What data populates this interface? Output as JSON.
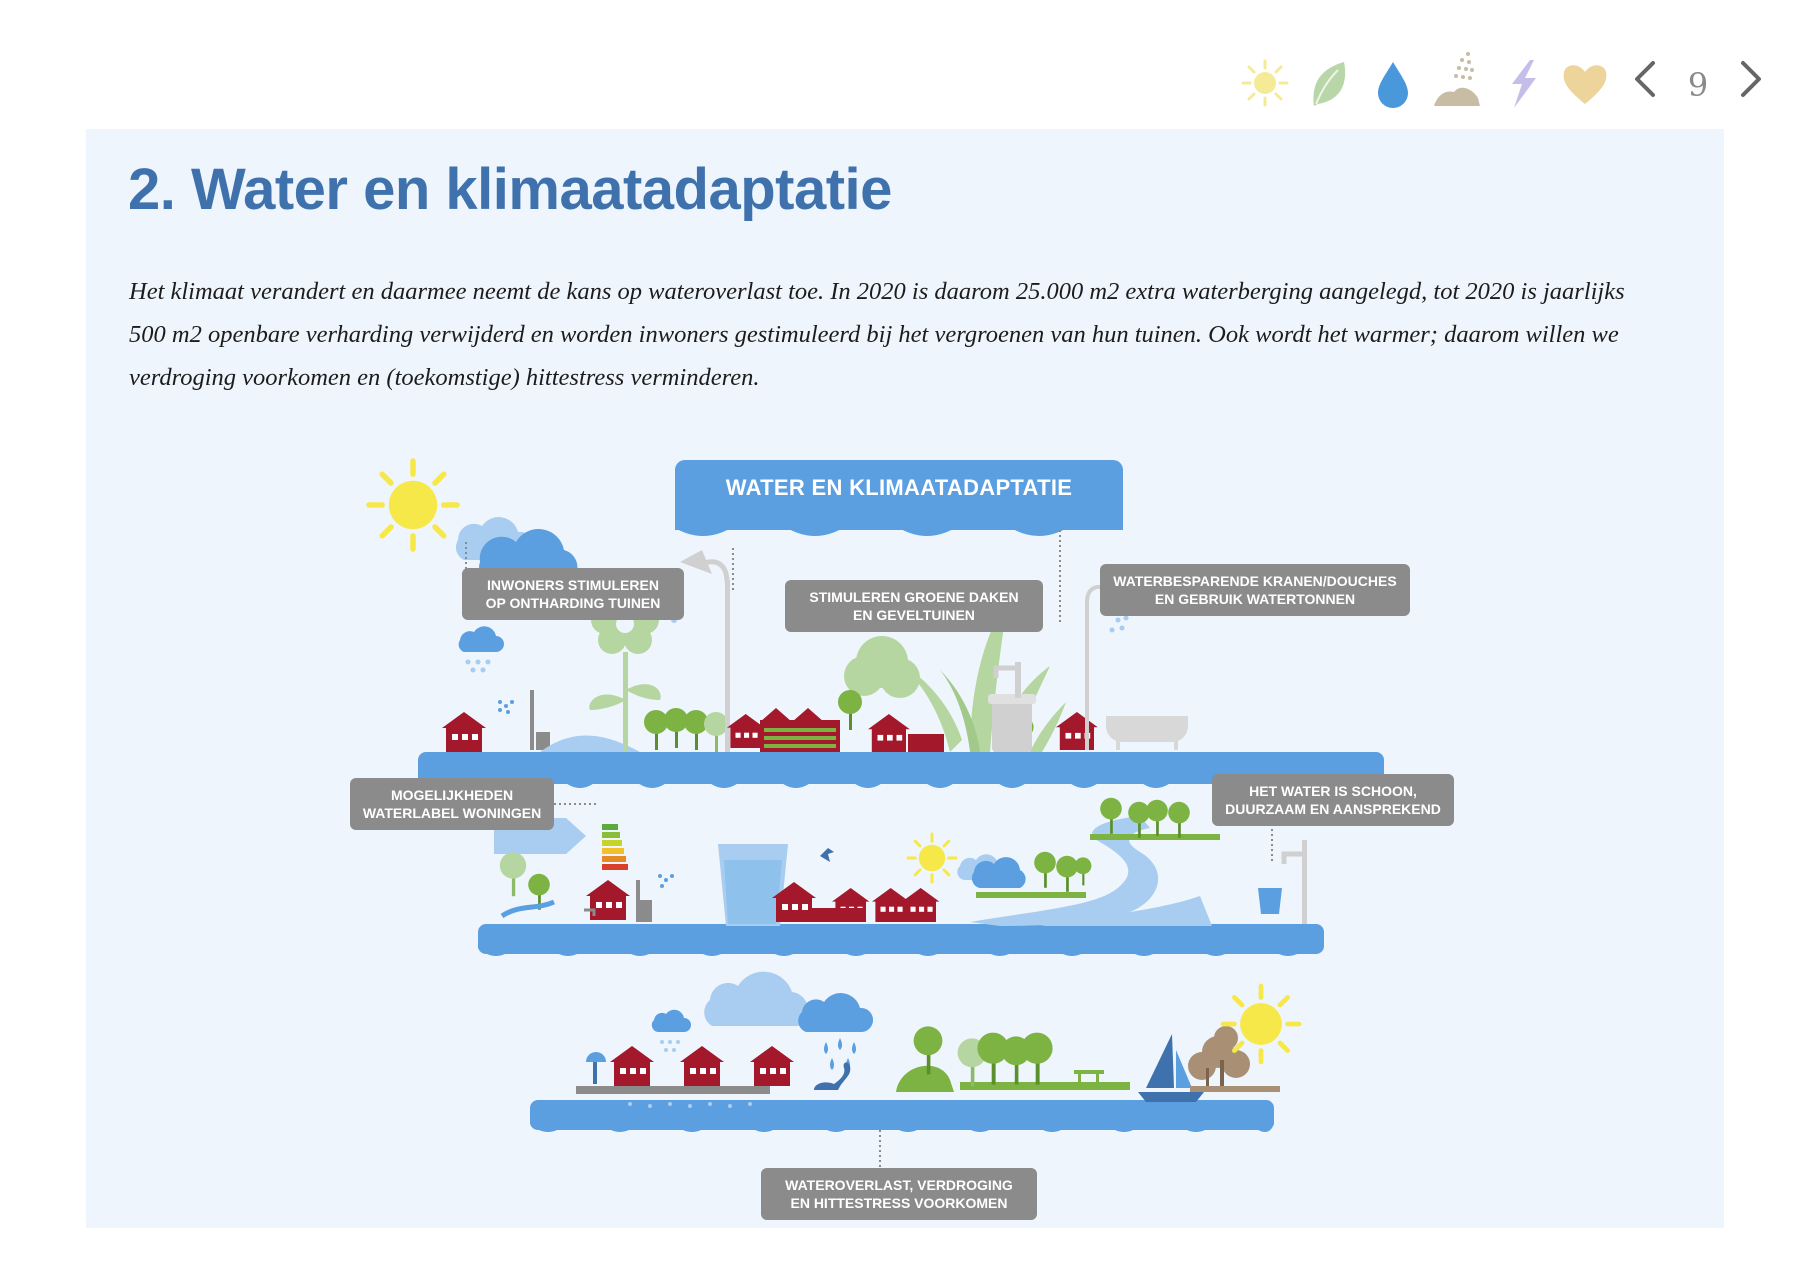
{
  "nav": {
    "page_number": "9",
    "theme_icons": [
      "sun-icon",
      "leaf-icon",
      "water-drop-icon",
      "soil-icon",
      "lightning-icon",
      "heart-icon"
    ],
    "prev_icon": "chevron-left-icon",
    "next_icon": "chevron-right-icon"
  },
  "page": {
    "title": "2. Water en klimaatadaptatie",
    "intro": "Het klimaat verandert en daarmee neemt de kans op wateroverlast toe. In 2020 is daarom 25.000 m2 extra waterberging aangelegd, tot 2020 is jaarlijks 500 m2 openbare verharding verwijderd en worden inwoners gestimuleerd bij het vergroenen van hun tuinen. Ook wordt het warmer; daarom willen we verdroging voorkomen en (toekomstige) hittestress verminderen."
  },
  "infographic": {
    "banner": "WATER EN KLIMAATADAPTATIE",
    "labels": {
      "inwoners": "INWONERS STIMULEREN\nOP ONTHARDING TUINEN",
      "daken": "STIMULEREN GROENE DAKEN\nEN GEVELTUINEN",
      "kranen": "WATERBESPARENDE KRANEN/DOUCHES\nEN GEBRUIK WATERTONNEN",
      "waterlabel": "MOGELIJKHEDEN\nWATERLABEL WONINGEN",
      "schoon": "HET WATER IS SCHOON,\nDUURZAAM EN AANSPREKEND",
      "overlast": "WATEROVERLAST, VERDROGING\nEN HITTESTRESS VOORKOMEN"
    }
  },
  "colors": {
    "title_blue": "#3f72ad",
    "panel_bg": "#eef5fc",
    "water_blue": "#5b9fe0",
    "light_blue": "#a8cdf0",
    "house_red": "#a3182a",
    "label_gray": "#8b8b8b",
    "green": "#7cb342",
    "light_green": "#b5d6a0",
    "sun_yellow": "#f7e84a"
  }
}
